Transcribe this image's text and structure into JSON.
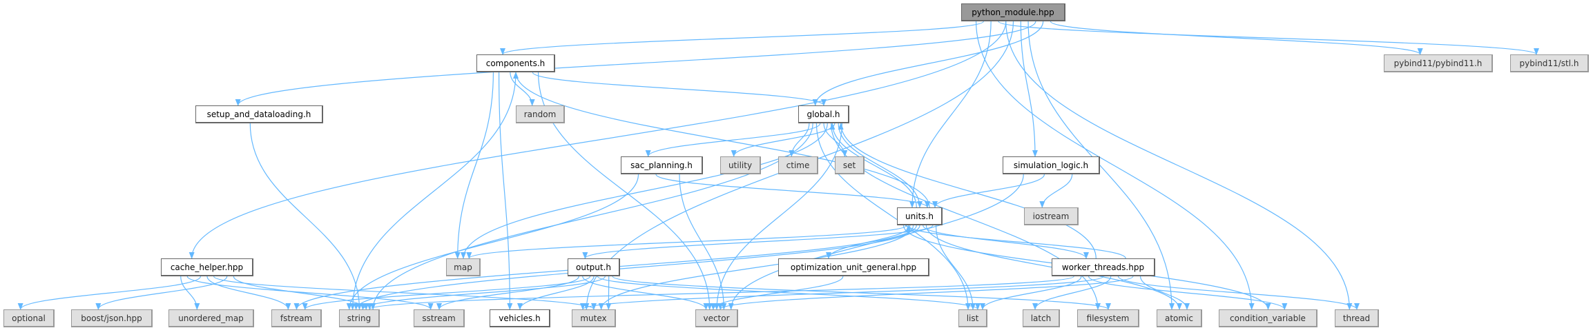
{
  "colors": {
    "edge": "#63b8ff",
    "local_fill": "#ffffff",
    "system_fill": "#e0e0e0",
    "root_fill": "#999999"
  },
  "nodes": [
    {
      "id": "python_module",
      "label": "python_module.hpp",
      "kind": "root"
    },
    {
      "id": "components",
      "label": "components.h",
      "kind": "local"
    },
    {
      "id": "pybind11",
      "label": "pybind11/pybind11.h",
      "kind": "sys"
    },
    {
      "id": "stl",
      "label": "pybind11/stl.h",
      "kind": "sys"
    },
    {
      "id": "setup",
      "label": "setup_and_dataloading.h",
      "kind": "local"
    },
    {
      "id": "random",
      "label": "random",
      "kind": "sys"
    },
    {
      "id": "global",
      "label": "global.h",
      "kind": "local"
    },
    {
      "id": "sac",
      "label": "sac_planning.h",
      "kind": "local"
    },
    {
      "id": "utility",
      "label": "utility",
      "kind": "sys"
    },
    {
      "id": "ctime",
      "label": "ctime",
      "kind": "sys"
    },
    {
      "id": "set",
      "label": "set",
      "kind": "sys"
    },
    {
      "id": "simulation",
      "label": "simulation_logic.h",
      "kind": "local"
    },
    {
      "id": "units",
      "label": "units.h",
      "kind": "local"
    },
    {
      "id": "iostream",
      "label": "iostream",
      "kind": "sys"
    },
    {
      "id": "cache",
      "label": "cache_helper.hpp",
      "kind": "local"
    },
    {
      "id": "map",
      "label": "map",
      "kind": "sys"
    },
    {
      "id": "output",
      "label": "output.h",
      "kind": "local"
    },
    {
      "id": "optim",
      "label": "optimization_unit_general.hpp",
      "kind": "local"
    },
    {
      "id": "worker",
      "label": "worker_threads.hpp",
      "kind": "local"
    },
    {
      "id": "optional",
      "label": "optional",
      "kind": "sys"
    },
    {
      "id": "boostjson",
      "label": "boost/json.hpp",
      "kind": "sys"
    },
    {
      "id": "unordered_map",
      "label": "unordered_map",
      "kind": "sys"
    },
    {
      "id": "fstream",
      "label": "fstream",
      "kind": "sys"
    },
    {
      "id": "string",
      "label": "string",
      "kind": "sys"
    },
    {
      "id": "sstream",
      "label": "sstream",
      "kind": "sys"
    },
    {
      "id": "vehicles",
      "label": "vehicles.h",
      "kind": "local"
    },
    {
      "id": "mutex",
      "label": "mutex",
      "kind": "sys"
    },
    {
      "id": "vector",
      "label": "vector",
      "kind": "sys"
    },
    {
      "id": "list",
      "label": "list",
      "kind": "sys"
    },
    {
      "id": "latch",
      "label": "latch",
      "kind": "sys"
    },
    {
      "id": "filesystem",
      "label": "filesystem",
      "kind": "sys"
    },
    {
      "id": "atomic",
      "label": "atomic",
      "kind": "sys"
    },
    {
      "id": "condition_variable",
      "label": "condition_variable",
      "kind": "sys"
    },
    {
      "id": "thread",
      "label": "thread",
      "kind": "sys"
    }
  ],
  "edges": [
    [
      "python_module",
      "cache"
    ],
    [
      "python_module",
      "setup"
    ],
    [
      "python_module",
      "components"
    ],
    [
      "python_module",
      "mutex"
    ],
    [
      "python_module",
      "global"
    ],
    [
      "python_module",
      "units"
    ],
    [
      "python_module",
      "simulation"
    ],
    [
      "python_module",
      "pybind11"
    ],
    [
      "python_module",
      "stl"
    ],
    [
      "python_module",
      "atomic"
    ],
    [
      "python_module",
      "condition_variable"
    ],
    [
      "python_module",
      "thread"
    ],
    [
      "components",
      "random"
    ],
    [
      "components",
      "global"
    ],
    [
      "components",
      "map"
    ],
    [
      "components",
      "string"
    ],
    [
      "components",
      "vector"
    ],
    [
      "components",
      "vehicles"
    ],
    [
      "setup",
      "string"
    ],
    [
      "cache",
      "optional"
    ],
    [
      "cache",
      "boostjson"
    ],
    [
      "cache",
      "unordered_map"
    ],
    [
      "cache",
      "fstream"
    ],
    [
      "cache",
      "string"
    ],
    [
      "cache",
      "sstream"
    ],
    [
      "cache",
      "mutex"
    ],
    [
      "global",
      "sac"
    ],
    [
      "global",
      "utility"
    ],
    [
      "global",
      "ctime"
    ],
    [
      "global",
      "set"
    ],
    [
      "global",
      "units"
    ],
    [
      "global",
      "string"
    ],
    [
      "global",
      "map"
    ],
    [
      "global",
      "vector"
    ],
    [
      "global",
      "list"
    ],
    [
      "global",
      "filesystem"
    ],
    [
      "sac",
      "units"
    ],
    [
      "sac",
      "vector"
    ],
    [
      "sac",
      "string"
    ],
    [
      "simulation",
      "units"
    ],
    [
      "simulation",
      "iostream"
    ],
    [
      "simulation",
      "vector"
    ],
    [
      "units",
      "global"
    ],
    [
      "units",
      "components"
    ],
    [
      "units",
      "map"
    ],
    [
      "units",
      "string"
    ],
    [
      "units",
      "output"
    ],
    [
      "units",
      "optim"
    ],
    [
      "units",
      "worker"
    ],
    [
      "units",
      "list"
    ],
    [
      "units",
      "mutex"
    ],
    [
      "units",
      "atomic"
    ],
    [
      "units",
      "condition_variable"
    ],
    [
      "units",
      "fstream"
    ],
    [
      "output",
      "fstream"
    ],
    [
      "output",
      "string"
    ],
    [
      "output",
      "sstream"
    ],
    [
      "output",
      "vehicles"
    ],
    [
      "output",
      "mutex"
    ],
    [
      "output",
      "vector"
    ],
    [
      "output",
      "list"
    ],
    [
      "output",
      "filesystem"
    ],
    [
      "optim",
      "vector"
    ],
    [
      "worker",
      "global"
    ],
    [
      "worker",
      "units"
    ],
    [
      "worker",
      "string"
    ],
    [
      "worker",
      "mutex"
    ],
    [
      "worker",
      "vector"
    ],
    [
      "worker",
      "list"
    ],
    [
      "worker",
      "latch"
    ],
    [
      "worker",
      "atomic"
    ],
    [
      "worker",
      "condition_variable"
    ],
    [
      "worker",
      "thread"
    ]
  ]
}
